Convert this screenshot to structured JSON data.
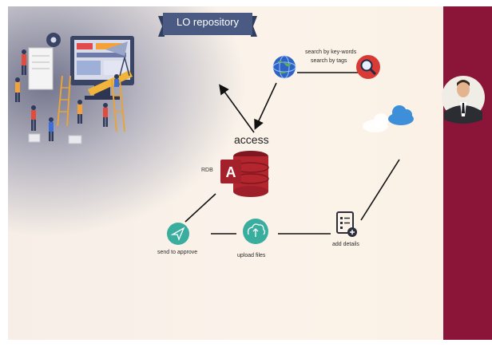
{
  "title": "LO repository",
  "access_label": "access",
  "rdb_label": "RDB",
  "search": {
    "line1": "search by key-words",
    "line2": "search by tags"
  },
  "steps": {
    "send": "send to approve",
    "upload": "upload files",
    "details": "add details"
  },
  "icons": [
    "globe-icon",
    "magnifier-icon",
    "cloud-icon",
    "database-icon",
    "paper-plane-icon",
    "cloud-upload-icon",
    "form-add-icon",
    "presenter-avatar-icon",
    "team-illustration"
  ],
  "colors": {
    "sidebar": "#8b1538",
    "banner": "#4a5a83",
    "teal": "#3aae9e",
    "access_red": "#b4262e",
    "search_red": "#d83a36",
    "cloud_blue": "#3c8fd8"
  }
}
